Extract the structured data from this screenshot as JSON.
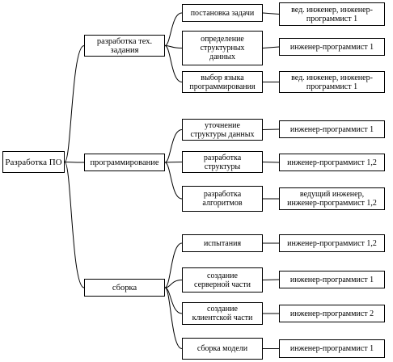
{
  "diagram": {
    "root": {
      "label": "Разработка ПО"
    },
    "phases": [
      {
        "label": "разработка тех.\nзадания",
        "tasks": [
          {
            "label": "постановка задачи",
            "performer": "вед. инженер, инженер-\nпрограммист 1"
          },
          {
            "label": "определение\nструктурных\nданных",
            "performer": "инженер-программист 1"
          },
          {
            "label": "выбор языка\nпрограммирования",
            "performer": "вед. инженер, инженер-\nпрограммист 1"
          }
        ]
      },
      {
        "label": "программирование",
        "tasks": [
          {
            "label": "уточнение\nструктуры данных",
            "performer": "инженер-программист 1"
          },
          {
            "label": "разработка\nструктуры",
            "performer": "инженер-программист 1,2"
          },
          {
            "label": "разработка\nалгоритмов",
            "performer": "ведущий инженер,\nинженер-программист 1,2"
          }
        ]
      },
      {
        "label": "сборка",
        "tasks": [
          {
            "label": "испытания",
            "performer": "инженер-программист 1,2"
          },
          {
            "label": "создание\nсерверной части",
            "performer": "инженер-программист 1"
          },
          {
            "label": "создание\nклиентской части",
            "performer": "инженер-программист 2"
          },
          {
            "label": "сборка модели",
            "performer": "инженер-программист 1"
          }
        ]
      }
    ]
  }
}
